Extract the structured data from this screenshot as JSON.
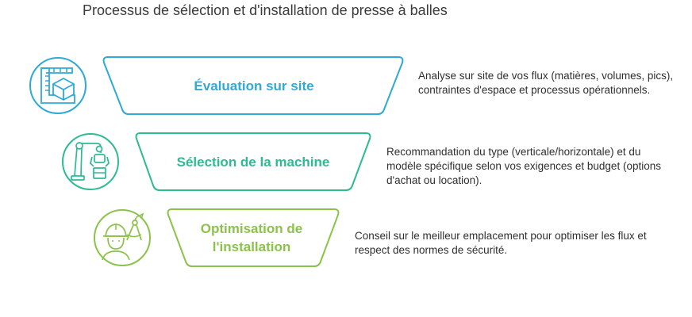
{
  "title": "Processus de sélection et d'installation de presse à balles",
  "colors": {
    "stage1": "#2fa9d6",
    "stage2": "#2dbb93",
    "stage3": "#8bc34a"
  },
  "stages": [
    {
      "label": "Évaluation sur site",
      "description": "Analyse sur site de vos flux (matières, volumes, pics), contraintes d'espace et processus opérationnels.",
      "icon": "ruler-box-icon"
    },
    {
      "label": "Sélection de la machine",
      "description": "Recommandation du type (verticale/horizontale) et du modèle spécifique selon vos exigences et budget (options d'achat ou location).",
      "icon": "robot-arm-icon"
    },
    {
      "label": "Optimisation de l'installation",
      "description": "Conseil sur le meilleur emplacement pour optimiser les flux et respect des normes de sécurité.",
      "icon": "engineer-compass-icon"
    }
  ]
}
